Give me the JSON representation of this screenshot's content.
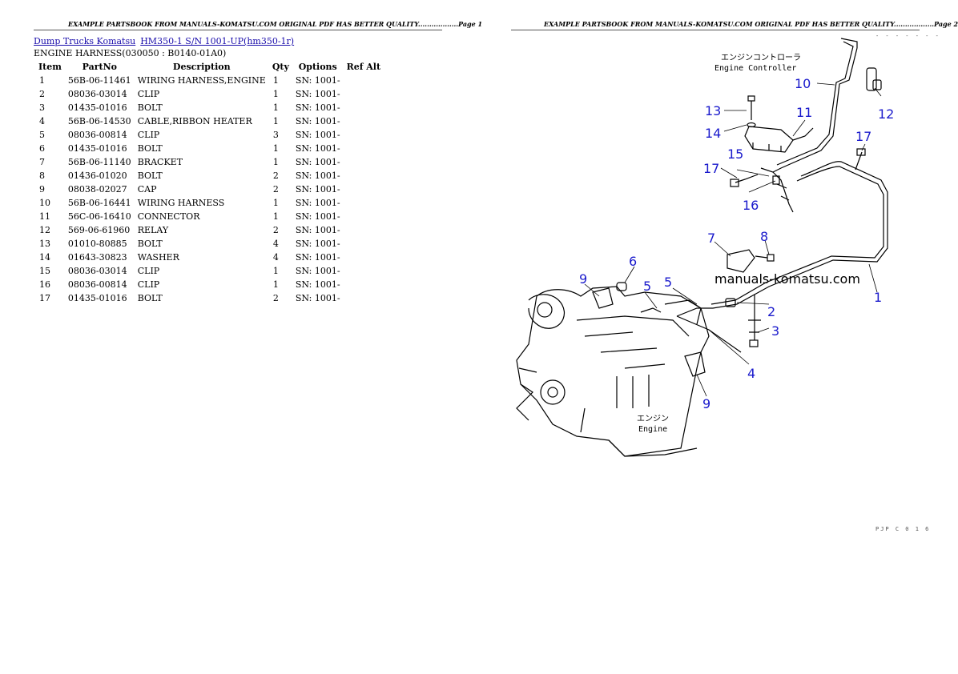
{
  "page1": {
    "header": "EXAMPLE PARTSBOOK FROM MANUALS-KOMATSU.COM ORIGINAL PDF HAS BETTER QUALITY..................Page 1"
  },
  "page2": {
    "header": "EXAMPLE PARTSBOOK FROM MANUALS-KOMATSU.COM ORIGINAL PDF HAS BETTER QUALITY..................Page 2"
  },
  "breadcrumb": {
    "link1": "Dump Trucks Komatsu",
    "link2": "HM350-1 S/N 1001-UP(hm350-1r)"
  },
  "section_title": "ENGINE HARNESS(030050 : B0140-01A0)",
  "table": {
    "headers": {
      "item": "Item",
      "partno": "PartNo",
      "description": "Description",
      "qty": "Qty",
      "options": "Options",
      "refalt": "Ref Alt"
    },
    "rows": [
      {
        "item": "1",
        "partno": "56B-06-11461",
        "desc": "WIRING HARNESS,ENGINE",
        "qty": "1",
        "opt": "SN: 1001-"
      },
      {
        "item": "2",
        "partno": "08036-03014",
        "desc": "CLIP",
        "qty": "1",
        "opt": "SN: 1001-"
      },
      {
        "item": "3",
        "partno": "01435-01016",
        "desc": "BOLT",
        "qty": "1",
        "opt": "SN: 1001-"
      },
      {
        "item": "4",
        "partno": "56B-06-14530",
        "desc": "CABLE,RIBBON HEATER",
        "qty": "1",
        "opt": "SN: 1001-"
      },
      {
        "item": "5",
        "partno": "08036-00814",
        "desc": "CLIP",
        "qty": "3",
        "opt": "SN: 1001-"
      },
      {
        "item": "6",
        "partno": "01435-01016",
        "desc": "BOLT",
        "qty": "1",
        "opt": "SN: 1001-"
      },
      {
        "item": "7",
        "partno": "56B-06-11140",
        "desc": "BRACKET",
        "qty": "1",
        "opt": "SN: 1001-"
      },
      {
        "item": "8",
        "partno": "01436-01020",
        "desc": "BOLT",
        "qty": "2",
        "opt": "SN: 1001-"
      },
      {
        "item": "9",
        "partno": "08038-02027",
        "desc": "CAP",
        "qty": "2",
        "opt": "SN: 1001-"
      },
      {
        "item": "10",
        "partno": "56B-06-16441",
        "desc": "WIRING HARNESS",
        "qty": "1",
        "opt": "SN: 1001-"
      },
      {
        "item": "11",
        "partno": "56C-06-16410",
        "desc": "CONNECTOR",
        "qty": "1",
        "opt": "SN: 1001-"
      },
      {
        "item": "12",
        "partno": "569-06-61960",
        "desc": "RELAY",
        "qty": "2",
        "opt": "SN: 1001-"
      },
      {
        "item": "13",
        "partno": "01010-80885",
        "desc": "BOLT",
        "qty": "4",
        "opt": "SN: 1001-"
      },
      {
        "item": "14",
        "partno": "01643-30823",
        "desc": "WASHER",
        "qty": "4",
        "opt": "SN: 1001-"
      },
      {
        "item": "15",
        "partno": "08036-03014",
        "desc": "CLIP",
        "qty": "1",
        "opt": "SN: 1001-"
      },
      {
        "item": "16",
        "partno": "08036-00814",
        "desc": "CLIP",
        "qty": "1",
        "opt": "SN: 1001-"
      },
      {
        "item": "17",
        "partno": "01435-01016",
        "desc": "BOLT",
        "qty": "2",
        "opt": "SN: 1001-"
      }
    ]
  },
  "diagram": {
    "controller_label_jp": "エンジンコントローラ",
    "controller_label_en": "Engine Controller",
    "engine_label_jp": "エンジン",
    "engine_label_en": "Engine",
    "watermark": "manuals-komatsu.com",
    "figure_code": "PJP C 0 1 6",
    "callouts": [
      "1",
      "2",
      "3",
      "4",
      "5",
      "5",
      "6",
      "7",
      "8",
      "9",
      "9",
      "10",
      "11",
      "12",
      "13",
      "14",
      "15",
      "16",
      "17",
      "17"
    ],
    "callout_color": "#1a1acc"
  }
}
